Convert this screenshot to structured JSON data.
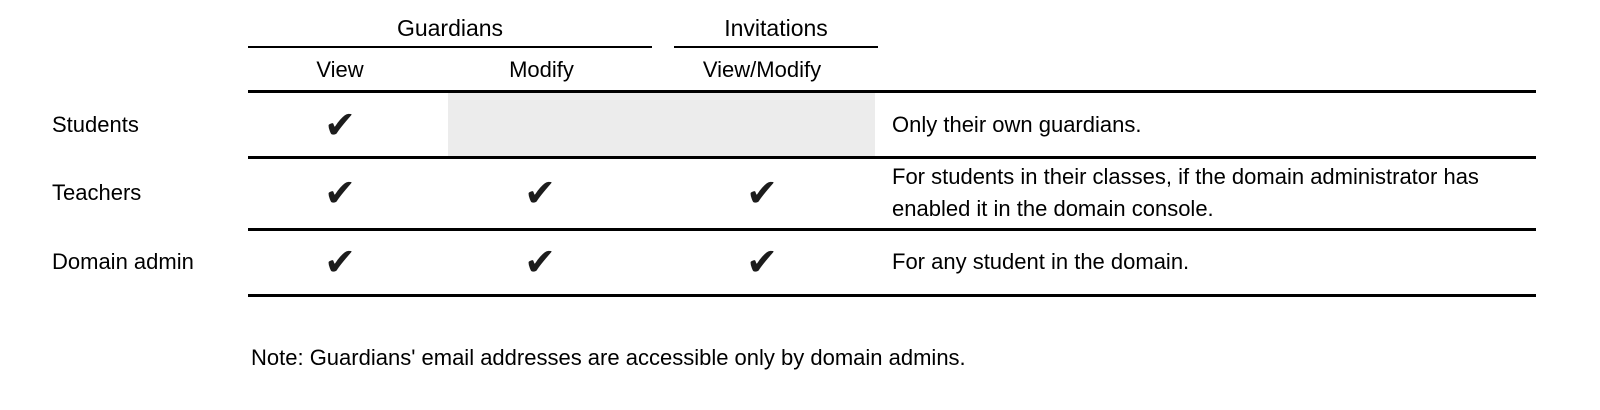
{
  "table": {
    "column_groups": [
      {
        "label": "Guardians",
        "columns": [
          "View",
          "Modify"
        ]
      },
      {
        "label": "Invitations",
        "columns": [
          "View/Modify"
        ]
      }
    ],
    "check_glyph": "✔",
    "rows": [
      {
        "label": "Students",
        "cells": {
          "guardians_view": "✔",
          "guardians_modify": "",
          "invitations_view_modify": ""
        },
        "shaded": true,
        "note": "Only their own guardians."
      },
      {
        "label": "Teachers",
        "cells": {
          "guardians_view": "✔",
          "guardians_modify": "✔",
          "invitations_view_modify": "✔"
        },
        "shaded": false,
        "note": "For students in their classes, if the domain administrator has enabled it in the domain console."
      },
      {
        "label": "Domain admin",
        "cells": {
          "guardians_view": "✔",
          "guardians_modify": "✔",
          "invitations_view_modify": "✔"
        },
        "shaded": false,
        "note": "For any student in the domain."
      }
    ]
  },
  "footnote": "Note: Guardians' email addresses are accessible only by domain admins.",
  "colors": {
    "shaded_cell": "#ececec",
    "rule": "#000000",
    "text": "#000000",
    "check": "#1c1c1c"
  }
}
